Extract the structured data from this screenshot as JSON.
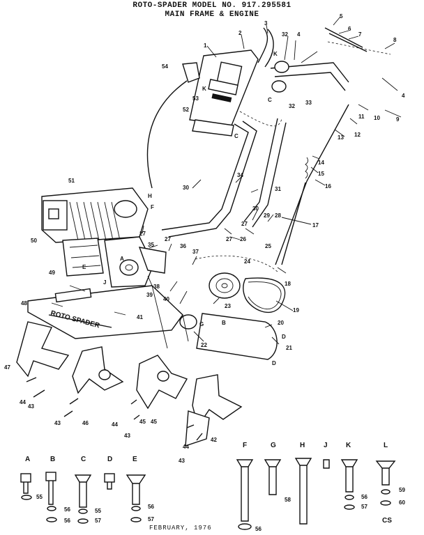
{
  "title": {
    "line1": "ROTO-SPADER MODEL NO. 917.295581",
    "line2": "MAIN FRAME & ENGINE"
  },
  "deck_text": "ROTO SPADER",
  "footer": {
    "date": "FEBRUARY, 1976",
    "initials": "CS"
  },
  "hardware_letters": [
    "A",
    "B",
    "C",
    "D",
    "E",
    "F",
    "G",
    "H",
    "J",
    "K",
    "L"
  ],
  "callouts": [
    "1",
    "2",
    "3",
    "4",
    "5",
    "6",
    "7",
    "8",
    "9",
    "10",
    "11",
    "12",
    "13",
    "14",
    "15",
    "16",
    "17",
    "18",
    "19",
    "20",
    "21",
    "22",
    "23",
    "24",
    "25",
    "26",
    "27",
    "28",
    "29",
    "30",
    "31",
    "32",
    "33",
    "34",
    "35",
    "36",
    "37",
    "38",
    "39",
    "40",
    "41",
    "42",
    "43",
    "44",
    "45",
    "46",
    "47",
    "48",
    "49",
    "50",
    "51",
    "52",
    "53",
    "54",
    "55",
    "56",
    "57",
    "58",
    "59",
    "60"
  ],
  "assembly_letters": [
    "K",
    "C",
    "A",
    "H",
    "F",
    "E",
    "J",
    "G",
    "B",
    "D",
    "D"
  ]
}
